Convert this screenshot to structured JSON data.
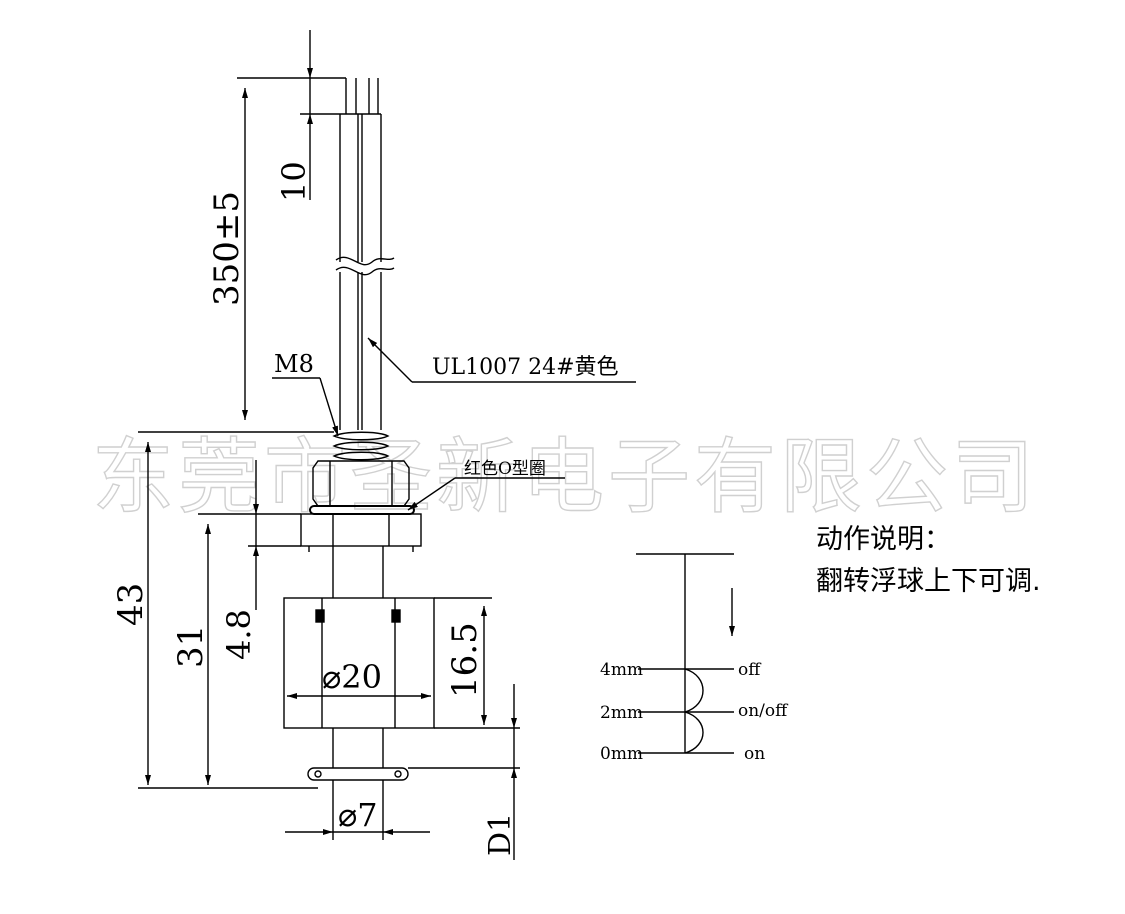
{
  "watermark": "东莞市圣新电子有限公司",
  "dimensions": {
    "lead_strip": "10",
    "cable_length": "350±5",
    "thread": "M8",
    "wire_spec": "UL1007 24#黄色",
    "o_ring": "红色O型圈",
    "overall_height": "43",
    "mount_height": "31",
    "nut_height": "4.8",
    "float_height": "16.5",
    "float_diameter": "⌀20",
    "stem_diameter": "⌀7",
    "d1": "D1"
  },
  "description": {
    "title": "动作说明：",
    "text": "翻转浮球上下可调."
  },
  "switch_chart": {
    "levels": [
      {
        "label": "4mm",
        "state": "off"
      },
      {
        "label": "2mm",
        "state": "on/off"
      },
      {
        "label": "0mm",
        "state": "on"
      }
    ]
  }
}
